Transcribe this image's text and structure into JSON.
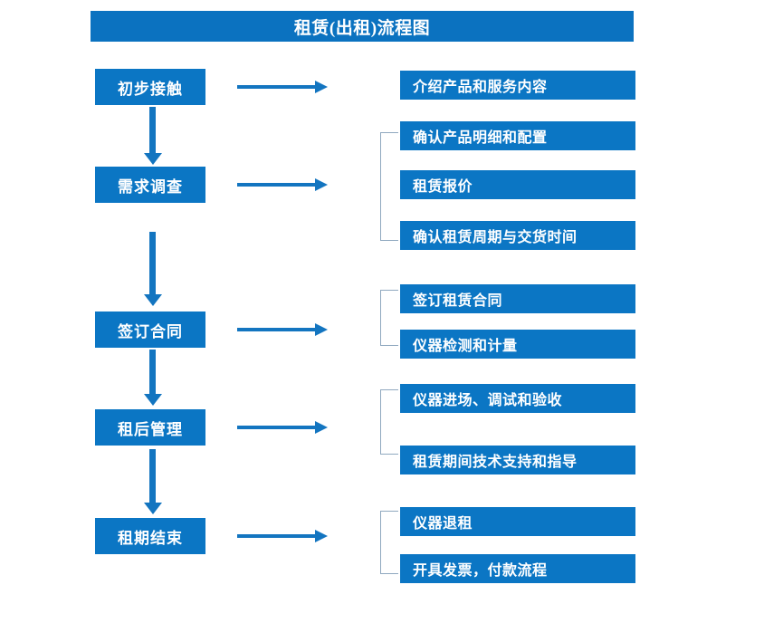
{
  "diagram": {
    "title": "租赁(出租)流程图",
    "colors": {
      "title_bar": "#0b72c0",
      "box_fill": "#0b76c4",
      "box_text": "#ffffff",
      "arrow": "#1375c0",
      "bracket": "#8fa8bf",
      "background": "#ffffff"
    },
    "stages": [
      {
        "label": "初步接触"
      },
      {
        "label": "需求调查"
      },
      {
        "label": "签订合同"
      },
      {
        "label": "租后管理"
      },
      {
        "label": "租期结束"
      }
    ],
    "details": [
      {
        "label": "介绍产品和服务内容"
      },
      {
        "label": "确认产品明细和配置"
      },
      {
        "label": "租赁报价"
      },
      {
        "label": "确认租赁周期与交货时间"
      },
      {
        "label": "签订租赁合同"
      },
      {
        "label": "仪器检测和计量"
      },
      {
        "label": "仪器进场、调试和验收"
      },
      {
        "label": "租赁期间技术支持和指导"
      },
      {
        "label": "仪器退租"
      },
      {
        "label": "开具发票，付款流程"
      }
    ]
  }
}
